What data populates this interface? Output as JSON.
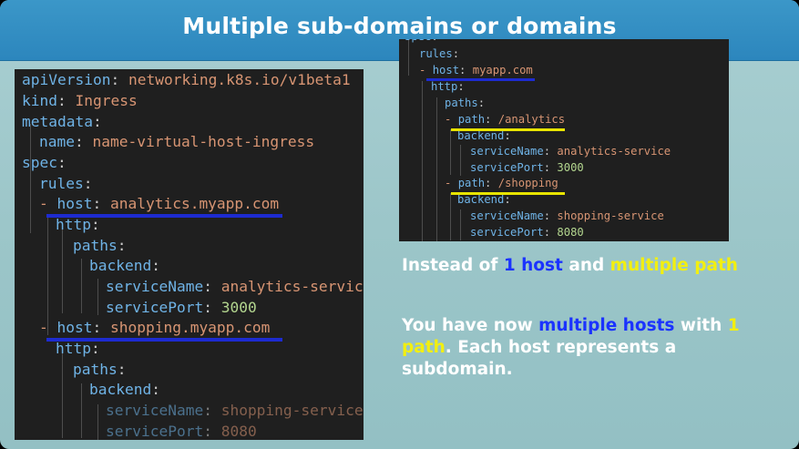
{
  "title": "Multiple sub-domains or domains",
  "left_code": {
    "l1_key": "apiVersion",
    "l1_val": "networking.k8s.io/v1beta1",
    "l2_key": "kind",
    "l2_val": "Ingress",
    "l3_key": "metadata",
    "l4_key": "name",
    "l4_val": "name-virtual-host-ingress",
    "l5_key": "spec",
    "l6_key": "rules",
    "l7_key": "host",
    "l7_val": "analytics.myapp.com",
    "l8_key": "http",
    "l9_key": "paths",
    "l10_key": "backend",
    "l11_key": "serviceName",
    "l11_val": "analytics-service",
    "l12_key": "servicePort",
    "l12_val": "3000",
    "l13_key": "host",
    "l13_val": "shopping.myapp.com",
    "l14_key": "http",
    "l15_key": "paths",
    "l16_key": "backend",
    "l17_key": "serviceName",
    "l17_val": "shopping-service",
    "l18_key": "servicePort",
    "l18_val": "8080"
  },
  "right_code": {
    "r0_key": "spec",
    "r1_key": "rules",
    "r2_key": "host",
    "r2_val": "myapp.com",
    "r3_key": "http",
    "r4_key": "paths",
    "r5_key": "path",
    "r5_val": "/analytics",
    "r6_key": "backend",
    "r7_key": "serviceName",
    "r7_val": "analytics-service",
    "r8_key": "servicePort",
    "r8_val": "3000",
    "r9_key": "path",
    "r9_val": "/shopping",
    "r10_key": "backend",
    "r11_key": "serviceName",
    "r11_val": "shopping-service",
    "r12_key": "servicePort",
    "r12_val": "8080"
  },
  "text1": {
    "a": "Instead of ",
    "b": "1 host",
    "c": " and ",
    "d": "multiple path"
  },
  "text2": {
    "a": "You have now ",
    "b": "multiple hosts",
    "c": " with ",
    "d": "1 path",
    "e": ". Each host represents a subdomain."
  },
  "colors": {
    "title_bar": "#2c86bd",
    "background": "#9cc6c9",
    "code_bg": "#1f1f1f",
    "key": "#6fb3e6",
    "value": "#d89573",
    "number": "#b3d68f",
    "highlight_blue": "#1b33ff",
    "highlight_yellow": "#f2ef10"
  }
}
